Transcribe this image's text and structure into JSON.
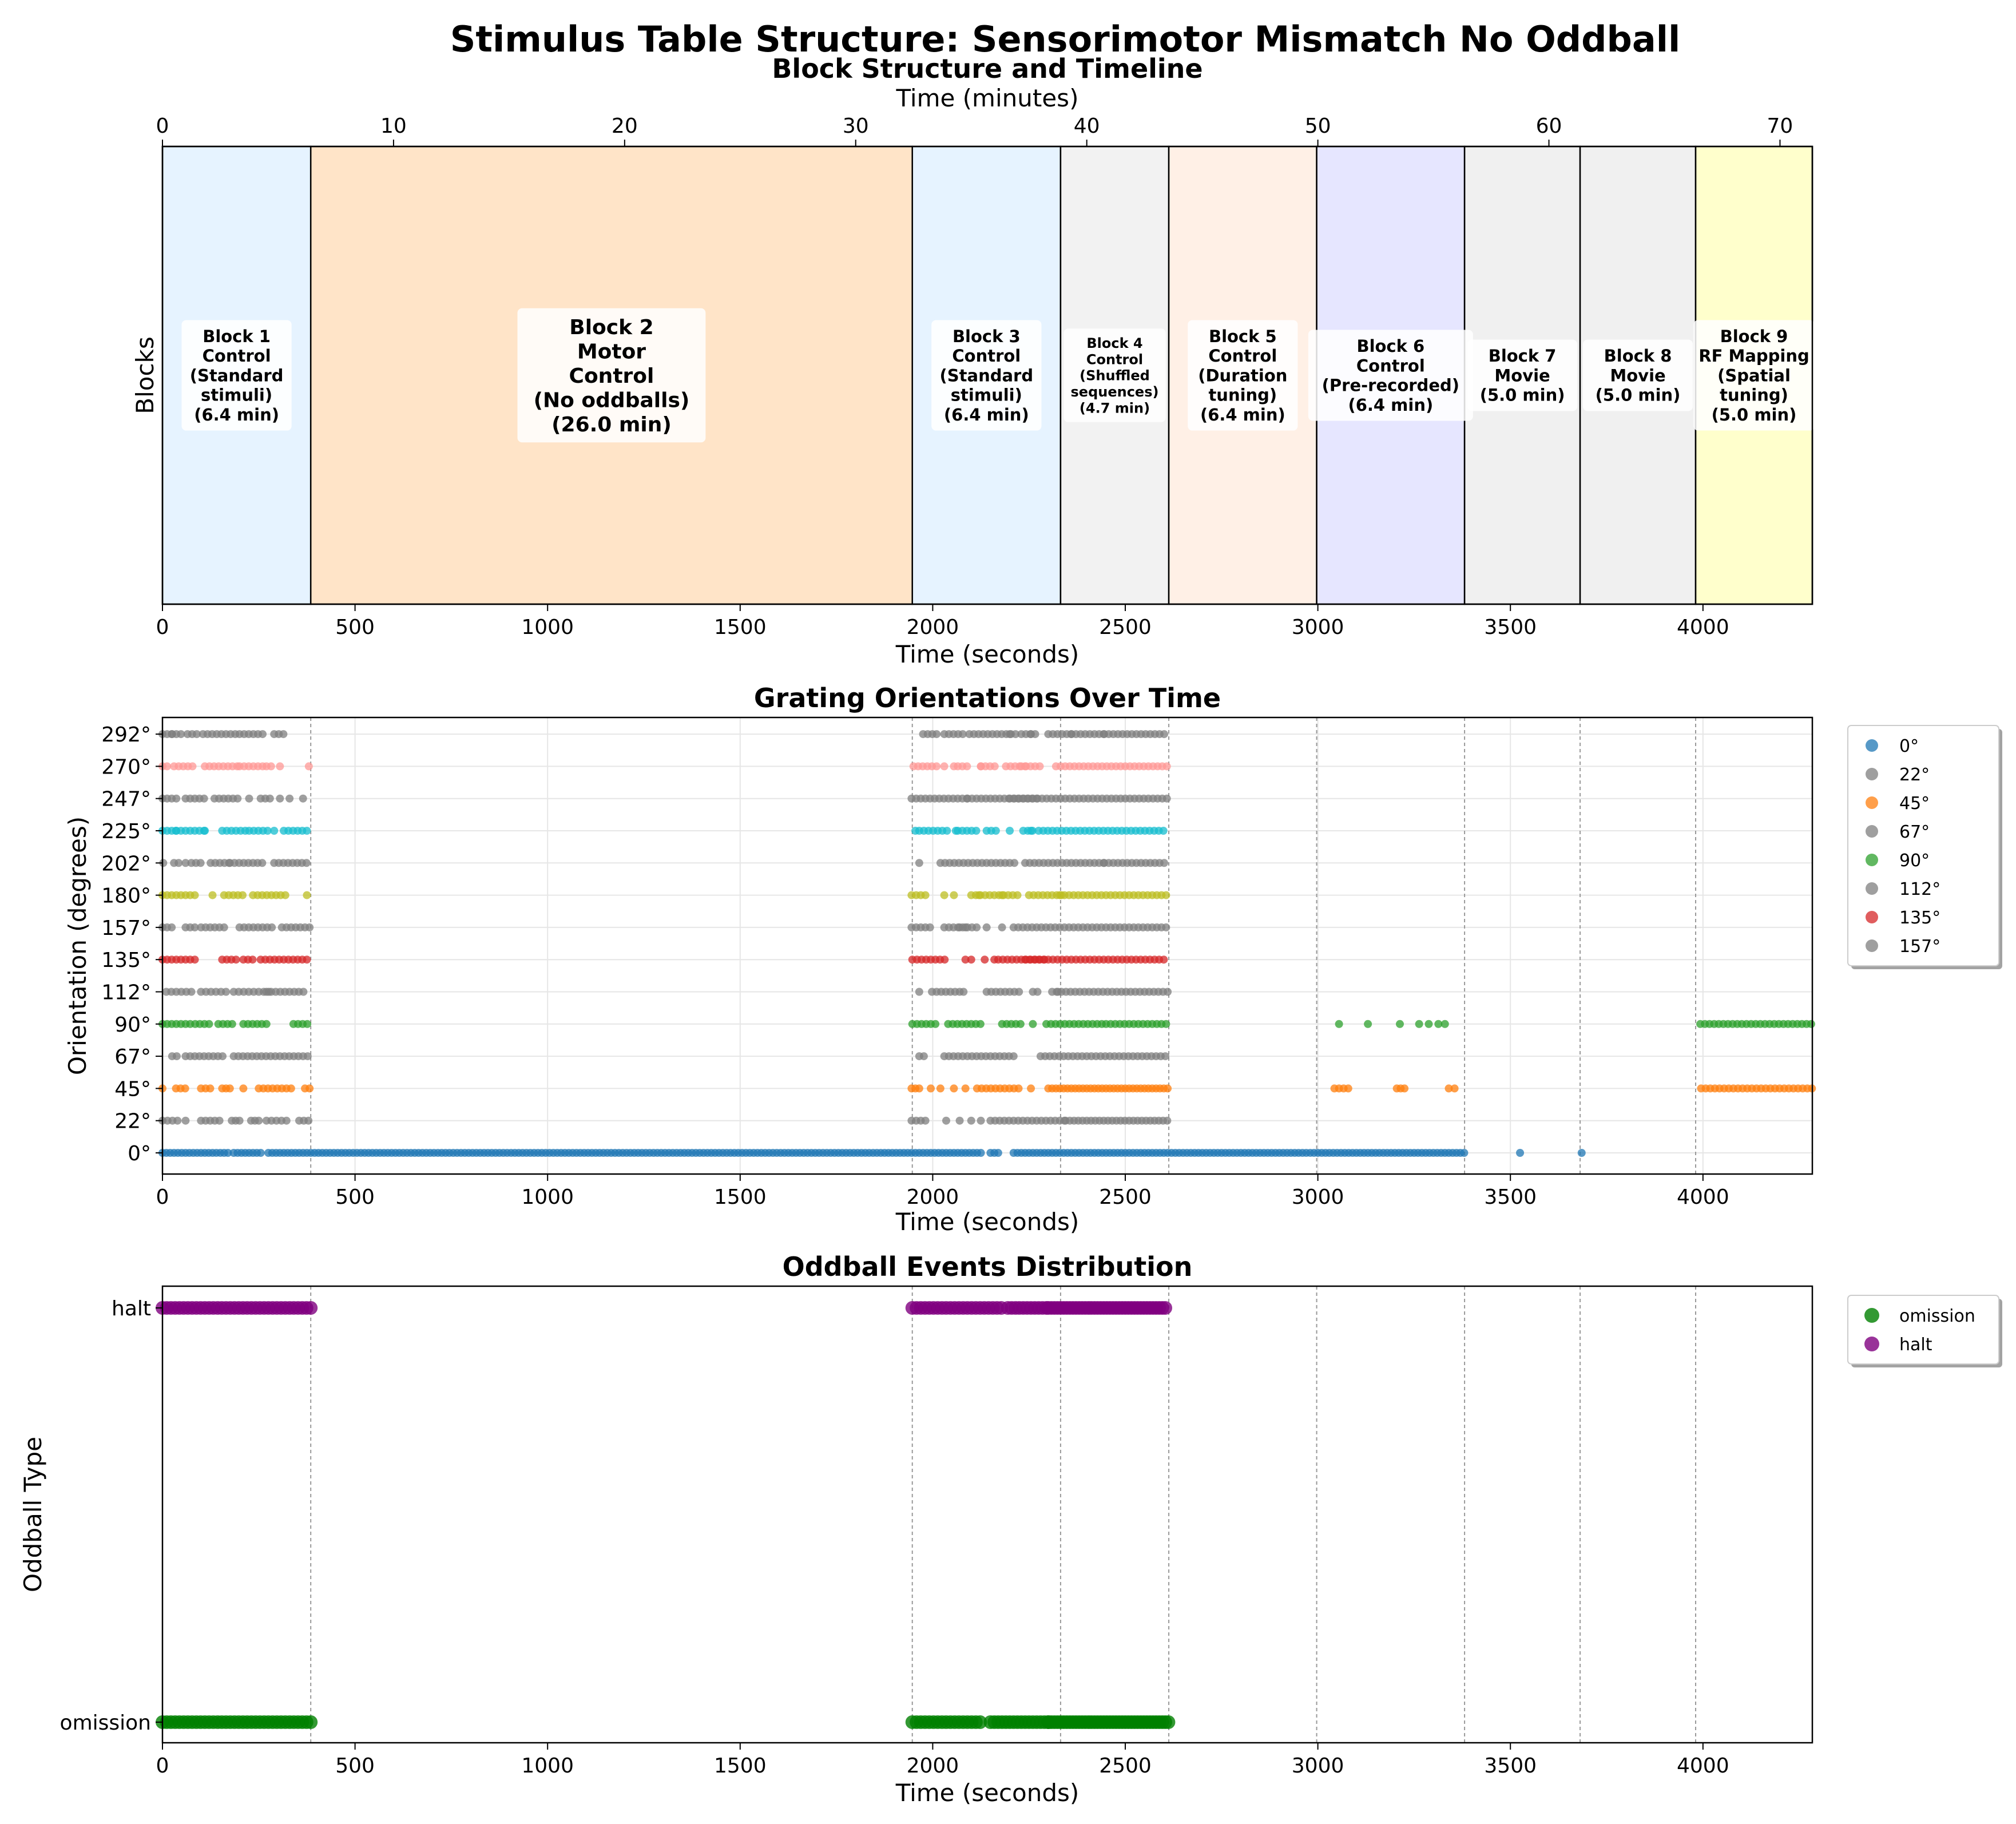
{
  "figure": {
    "suptitle": "Stimulus Table Structure: Sensorimotor Mismatch No Oddball"
  },
  "chart_data": [
    {
      "type": "timeline",
      "title": "Block Structure and Timeline",
      "xlabel": "Time (seconds)",
      "xlabel_top": "Time (minutes)",
      "ylabel": "Blocks",
      "xlim": [
        0,
        4284
      ],
      "xticks": [
        0,
        500,
        1000,
        1500,
        2000,
        2500,
        3000,
        3500,
        4000
      ],
      "xticks_top": [
        0,
        10,
        20,
        30,
        40,
        50,
        60,
        70
      ],
      "blocks": [
        {
          "start": 0,
          "end": 385,
          "color": "#e6f3ff",
          "lines": [
            "Block 1",
            "Control",
            "(Standard",
            "stimuli)",
            "(6.4 min)"
          ],
          "size": 29
        },
        {
          "start": 385,
          "end": 1947,
          "color": "#ffe4c8",
          "lines": [
            "Block 2",
            "Motor",
            "Control",
            "(No oddballs)",
            "(26.0 min)"
          ],
          "size": 36
        },
        {
          "start": 1947,
          "end": 2332,
          "color": "#e6f3ff",
          "lines": [
            "Block 3",
            "Control",
            "(Standard",
            "stimuli)",
            "(6.4 min)"
          ],
          "size": 29
        },
        {
          "start": 2332,
          "end": 2613,
          "color": "#f2f2f2",
          "lines": [
            "Block 4",
            "Control",
            "(Shuffled",
            "sequences)",
            "(4.7 min)"
          ],
          "size": 24
        },
        {
          "start": 2613,
          "end": 2997,
          "color": "#fff0e6",
          "lines": [
            "Block 5",
            "Control",
            "(Duration",
            "tuning)",
            "(6.4 min)"
          ],
          "size": 29
        },
        {
          "start": 2997,
          "end": 3381,
          "color": "#e6e6ff",
          "lines": [
            "Block 6",
            "Control",
            "(Pre-recorded)",
            "(6.4 min)"
          ],
          "size": 29
        },
        {
          "start": 3381,
          "end": 3681,
          "color": "#f0f0f0",
          "lines": [
            "Block 7",
            "Movie",
            "(5.0 min)"
          ],
          "size": 29
        },
        {
          "start": 3681,
          "end": 3981,
          "color": "#f0f0f0",
          "lines": [
            "Block 8",
            "Movie",
            "(5.0 min)"
          ],
          "size": 29
        },
        {
          "start": 3981,
          "end": 4284,
          "color": "#ffffcc",
          "lines": [
            "Block 9",
            "RF Mapping",
            "(Spatial",
            "tuning)",
            "(5.0 min)"
          ],
          "size": 29
        }
      ]
    },
    {
      "type": "scatter",
      "title": "Grating Orientations Over Time",
      "xlabel": "Time (seconds)",
      "ylabel": "Orientation (degrees)",
      "xlim": [
        0,
        4284
      ],
      "xticks": [
        0,
        500,
        1000,
        1500,
        2000,
        2500,
        3000,
        3500,
        4000
      ],
      "categories": [
        "0°",
        "22°",
        "45°",
        "67°",
        "90°",
        "112°",
        "135°",
        "157°",
        "180°",
        "202°",
        "225°",
        "247°",
        "270°",
        "292°"
      ],
      "block_boundaries": [
        385,
        1947,
        2332,
        2613,
        2997,
        3381,
        3681,
        3981
      ],
      "series": [
        {
          "name": "0°",
          "color": "#1f77b4",
          "row": 0,
          "segments": [
            [
              0,
              175,
              10
            ],
            [
              185,
              255,
              10
            ],
            [
              275,
              2125,
              10
            ],
            [
              2150,
              2175,
              10
            ],
            [
              2210,
              3385,
              10
            ]
          ],
          "points": [
            3525,
            3685
          ]
        },
        {
          "name": "22°",
          "color": "#7f7f7f",
          "row": 1,
          "segments": [
            [
              0,
              40,
              13
            ],
            [
              100,
              150,
              12
            ],
            [
              180,
              200,
              10
            ],
            [
              230,
              250,
              10
            ],
            [
              270,
              330,
              13
            ],
            [
              355,
              385,
              12
            ],
            [
              1945,
              1985,
              12
            ],
            [
              2150,
              2345,
              12
            ],
            [
              2345,
              2610,
              11
            ]
          ],
          "points": [
            60,
            2035,
            2070,
            2100,
            2125
          ]
        },
        {
          "name": "45°",
          "color": "#ff7f0e",
          "row": 2,
          "segments": [
            [
              35,
              70,
              12
            ],
            [
              100,
              130,
              12
            ],
            [
              155,
              175,
              10
            ],
            [
              250,
              345,
              12
            ],
            [
              370,
              385,
              12
            ],
            [
              1945,
              1965,
              10
            ],
            [
              2115,
              2230,
              12
            ],
            [
              2300,
              2610,
              10
            ],
            [
              3043,
              3083,
              12
            ],
            [
              3205,
              3225,
              10
            ],
            [
              3995,
              4284,
              12
            ]
          ],
          "points": [
            0,
            210,
            1995,
            2020,
            2055,
            2085,
            2255,
            3340,
            3355
          ]
        },
        {
          "name": "67°",
          "color": "#7f7f7f",
          "row": 3,
          "segments": [
            [
              25,
              40,
              12
            ],
            [
              60,
              165,
              12
            ],
            [
              185,
              380,
              12
            ],
            [
              1965,
              1985,
              12
            ],
            [
              2030,
              2220,
              12
            ],
            [
              2280,
              2610,
              12
            ]
          ],
          "points": []
        },
        {
          "name": "90°",
          "color": "#2ca02c",
          "row": 4,
          "segments": [
            [
              0,
              75,
              12
            ],
            [
              85,
              125,
              12
            ],
            [
              145,
              185,
              12
            ],
            [
              210,
              275,
              12
            ],
            [
              340,
              385,
              12
            ],
            [
              1947,
              2010,
              12
            ],
            [
              2040,
              2125,
              12
            ],
            [
              2180,
              2230,
              12
            ],
            [
              2295,
              2440,
              12
            ],
            [
              2450,
              2610,
              12
            ],
            [
              3993,
              4284,
              12
            ]
          ],
          "points": [
            2260,
            3055,
            3130,
            3213,
            3263,
            3288,
            3313,
            3330
          ]
        },
        {
          "name": "112°",
          "color": "#7f7f7f",
          "row": 5,
          "segments": [
            [
              10,
              80,
              13
            ],
            [
              100,
              165,
              13
            ],
            [
              185,
              280,
              13
            ],
            [
              270,
              370,
              12
            ],
            [
              1998,
              2070,
              12
            ],
            [
              2140,
              2230,
              12
            ],
            [
              2260,
              2280,
              12
            ],
            [
              2310,
              2610,
              12
            ]
          ],
          "points": [
            1965,
            2080,
            2325
          ]
        },
        {
          "name": "135°",
          "color": "#d62728",
          "row": 6,
          "segments": [
            [
              0,
              95,
              12
            ],
            [
              155,
              195,
              12
            ],
            [
              210,
              235,
              12
            ],
            [
              255,
              380,
              12
            ],
            [
              1947,
              2040,
              12
            ],
            [
              2170,
              2290,
              12
            ],
            [
              2240,
              2610,
              12
            ]
          ],
          "points": [
            2085,
            2100,
            2135,
            2160
          ]
        },
        {
          "name": "157°",
          "color": "#7f7f7f",
          "row": 7,
          "segments": [
            [
              0,
              30,
              12
            ],
            [
              60,
              90,
              12
            ],
            [
              100,
              170,
              12
            ],
            [
              200,
              290,
              12
            ],
            [
              310,
              385,
              12
            ],
            [
              1945,
              2000,
              12
            ],
            [
              2030,
              2125,
              12
            ],
            [
              2140,
              2150,
              12
            ],
            [
              2210,
              2610,
              12
            ]
          ],
          "points": [
            2070,
            2085,
            2180
          ]
        },
        {
          "name": "180°",
          "color": "#bcbd22",
          "row": 8,
          "segments": [
            [
              0,
              90,
              12
            ],
            [
              160,
              210,
              12
            ],
            [
              235,
              330,
              12
            ],
            [
              1945,
              1985,
              12
            ],
            [
              2100,
              2225,
              12
            ],
            [
              2250,
              2345,
              12
            ],
            [
              2330,
              2610,
              12
            ]
          ],
          "points": [
            130,
            375,
            2030,
            2055,
            2120,
            2180
          ]
        },
        {
          "name": "202°",
          "color": "#7f7f7f",
          "row": 9,
          "segments": [
            [
              30,
              50,
              12
            ],
            [
              75,
              110,
              12
            ],
            [
              125,
              175,
              12
            ],
            [
              175,
              270,
              12
            ],
            [
              290,
              385,
              12
            ],
            [
              2020,
              2220,
              12
            ],
            [
              2240,
              2445,
              12
            ],
            [
              2445,
              2610,
              12
            ]
          ],
          "points": [
            2,
            60,
            1965
          ]
        },
        {
          "name": "225°",
          "color": "#17becf",
          "row": 10,
          "segments": [
            [
              0,
              110,
              12
            ],
            [
              155,
              215,
              12
            ],
            [
              225,
              275,
              12
            ],
            [
              315,
              385,
              12
            ],
            [
              1965,
              2040,
              12
            ],
            [
              2065,
              2120,
              12
            ],
            [
              2140,
              2175,
              12
            ],
            [
              2235,
              2270,
              12
            ],
            [
              2275,
              2610,
              12
            ]
          ],
          "points": [
            35,
            110,
            290,
            1955,
            2060,
            2200,
            2255
          ]
        },
        {
          "name": "247°",
          "color": "#7f7f7f",
          "row": 11,
          "segments": [
            [
              0,
              40,
              12
            ],
            [
              60,
              115,
              12
            ],
            [
              135,
              200,
              12
            ],
            [
              255,
              280,
              12
            ],
            [
              1945,
              2095,
              12
            ],
            [
              2090,
              2280,
              12
            ],
            [
              2200,
              2610,
              12
            ]
          ],
          "points": [
            225,
            305,
            330,
            365
          ]
        },
        {
          "name": "270°",
          "color": "#ff9896",
          "row": 12,
          "segments": [
            [
              0,
              20,
              12
            ],
            [
              30,
              85,
              12
            ],
            [
              110,
              200,
              12
            ],
            [
              200,
              260,
              12
            ],
            [
              270,
              285,
              12
            ],
            [
              305,
              315,
              12
            ],
            [
              1950,
              2010,
              12
            ],
            [
              2065,
              2095,
              12
            ],
            [
              2125,
              2165,
              12
            ],
            [
              2190,
              2230,
              12
            ],
            [
              2230,
              2280,
              12
            ],
            [
              2320,
              2610,
              12
            ]
          ],
          "points": [
            380,
            2030,
            2055,
            2125,
            2240
          ]
        },
        {
          "name": "292°",
          "color": "#7f7f7f",
          "row": 13,
          "segments": [
            [
              0,
              50,
              12
            ],
            [
              65,
              100,
              12
            ],
            [
              105,
              200,
              12
            ],
            [
              200,
              260,
              12
            ],
            [
              290,
              320,
              12
            ],
            [
              1975,
              2000,
              12
            ],
            [
              2030,
              2085,
              12
            ],
            [
              2095,
              2220,
              12
            ],
            [
              2230,
              2270,
              12
            ],
            [
              2300,
              2450,
              12
            ],
            [
              2445,
              2610,
              12
            ]
          ],
          "points": [
            25,
            2010,
            2200,
            2255,
            2360
          ]
        }
      ],
      "legend": [
        {
          "label": "0°",
          "color": "#1f77b4"
        },
        {
          "label": "22°",
          "color": "#7f7f7f"
        },
        {
          "label": "45°",
          "color": "#ff7f0e"
        },
        {
          "label": "67°",
          "color": "#7f7f7f"
        },
        {
          "label": "90°",
          "color": "#2ca02c"
        },
        {
          "label": "112°",
          "color": "#7f7f7f"
        },
        {
          "label": "135°",
          "color": "#d62728"
        },
        {
          "label": "157°",
          "color": "#7f7f7f"
        }
      ]
    },
    {
      "type": "scatter",
      "title": "Oddball Events Distribution",
      "xlabel": "Time (seconds)",
      "ylabel": "Oddball Type",
      "xlim": [
        0,
        4284
      ],
      "xticks": [
        0,
        500,
        1000,
        1500,
        2000,
        2500,
        3000,
        3500,
        4000
      ],
      "categories": [
        "omission",
        "halt"
      ],
      "block_boundaries": [
        385,
        1947,
        2332,
        2613,
        2997,
        3381,
        3681,
        3981
      ],
      "series": [
        {
          "name": "omission",
          "color": "#008000",
          "row": 0,
          "segments": [
            [
              0,
              385,
              11
            ],
            [
              1947,
              2130,
              11
            ],
            [
              2150,
              2300,
              10
            ],
            [
              2300,
              2615,
              8
            ]
          ],
          "points": []
        },
        {
          "name": "halt",
          "color": "#800080",
          "row": 1,
          "segments": [
            [
              0,
              385,
              11
            ],
            [
              1947,
              2180,
              11
            ],
            [
              2195,
              2300,
              10
            ],
            [
              2300,
              2610,
              8
            ]
          ],
          "points": []
        }
      ],
      "legend": [
        {
          "label": "omission",
          "color": "#008000"
        },
        {
          "label": "halt",
          "color": "#800080"
        }
      ]
    }
  ]
}
